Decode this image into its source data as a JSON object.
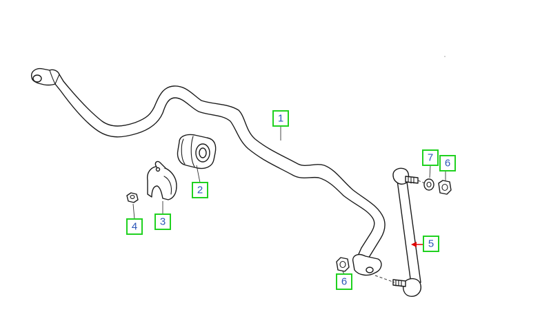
{
  "diagram": {
    "type": "exploded-parts-diagram",
    "callouts": [
      {
        "id": "callout-1",
        "label": "1"
      },
      {
        "id": "callout-2",
        "label": "2"
      },
      {
        "id": "callout-3",
        "label": "3"
      },
      {
        "id": "callout-4",
        "label": "4"
      },
      {
        "id": "callout-5",
        "label": "5"
      },
      {
        "id": "callout-6-top",
        "label": "6"
      },
      {
        "id": "callout-6-bottom",
        "label": "6"
      },
      {
        "id": "callout-7",
        "label": "7"
      }
    ],
    "colors": {
      "callout_border": "#1fd11f",
      "callout_text": "#2b55b8",
      "arrow": "#e00000",
      "line_art": "#1a1a1a"
    }
  }
}
